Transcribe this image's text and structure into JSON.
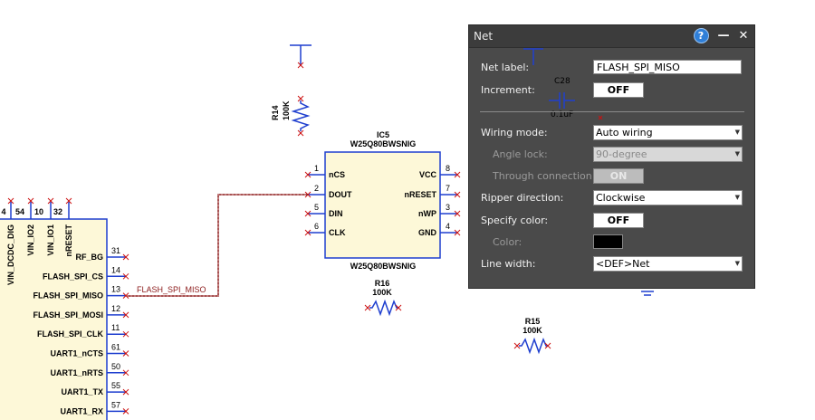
{
  "schematic": {
    "ic5": {
      "ref": "IC5",
      "value": "W25Q80BWSNIG",
      "footer": "W25Q80BWSNIG",
      "pins_left": [
        {
          "num": "1",
          "name": "nCS"
        },
        {
          "num": "2",
          "name": "DOUT"
        },
        {
          "num": "5",
          "name": "DIN"
        },
        {
          "num": "6",
          "name": "CLK"
        }
      ],
      "pins_right": [
        {
          "num": "8",
          "name": "VCC"
        },
        {
          "num": "7",
          "name": "nRESET"
        },
        {
          "num": "3",
          "name": "nWP"
        },
        {
          "num": "4",
          "name": "GND"
        }
      ]
    },
    "main_ic": {
      "top_pin_numbers": [
        "4",
        "54",
        "10",
        "32"
      ],
      "top_pin_names": [
        "VIN_DCDC_DIG",
        "VIN_IO2",
        "VIN_IO1",
        "nRESET"
      ],
      "right_pins": [
        {
          "num": "31",
          "name": "RF_BG"
        },
        {
          "num": "14",
          "name": "FLASH_SPI_CS"
        },
        {
          "num": "13",
          "name": "FLASH_SPI_MISO"
        },
        {
          "num": "12",
          "name": "FLASH_SPI_MOSI"
        },
        {
          "num": "11",
          "name": "FLASH_SPI_CLK"
        },
        {
          "num": "61",
          "name": "UART1_nCTS"
        },
        {
          "num": "50",
          "name": "UART1_nRTS"
        },
        {
          "num": "55",
          "name": "UART1_TX"
        },
        {
          "num": "57",
          "name": "UART1_RX"
        }
      ]
    },
    "net_label": "FLASH_SPI_MISO",
    "r14": {
      "ref": "R14",
      "value": "100K"
    },
    "r16": {
      "ref": "R16",
      "value": "100K"
    },
    "r15": {
      "ref": "R15",
      "value": "100K"
    },
    "c28": {
      "ref": "C28",
      "value": "0.1uF"
    }
  },
  "dialog": {
    "title": "Net",
    "help_icon": "question-icon",
    "help_glyph": "?",
    "minimize_glyph": "—",
    "close_glyph": "✕",
    "net_label": {
      "label": "Net label:",
      "value": "FLASH_SPI_MISO"
    },
    "increment": {
      "label": "Increment:",
      "state": "OFF"
    },
    "wiring_mode": {
      "label": "Wiring mode:",
      "value": "Auto wiring"
    },
    "angle_lock": {
      "label": "Angle lock:",
      "value": "90-degree"
    },
    "through_connection": {
      "label": "Through connection:",
      "state": "ON"
    },
    "ripper_direction": {
      "label": "Ripper direction:",
      "value": "Clockwise"
    },
    "specify_color": {
      "label": "Specify color:",
      "state": "OFF"
    },
    "color": {
      "label": "Color:",
      "value": "#000000"
    },
    "line_width": {
      "label": "Line width:",
      "value": "<DEF>Net"
    }
  },
  "colors": {
    "wire": "#8b1a1a",
    "component_outline": "#1f3fcf",
    "component_fill": "#fdf8d8",
    "pin_marker": "#cc1111"
  }
}
